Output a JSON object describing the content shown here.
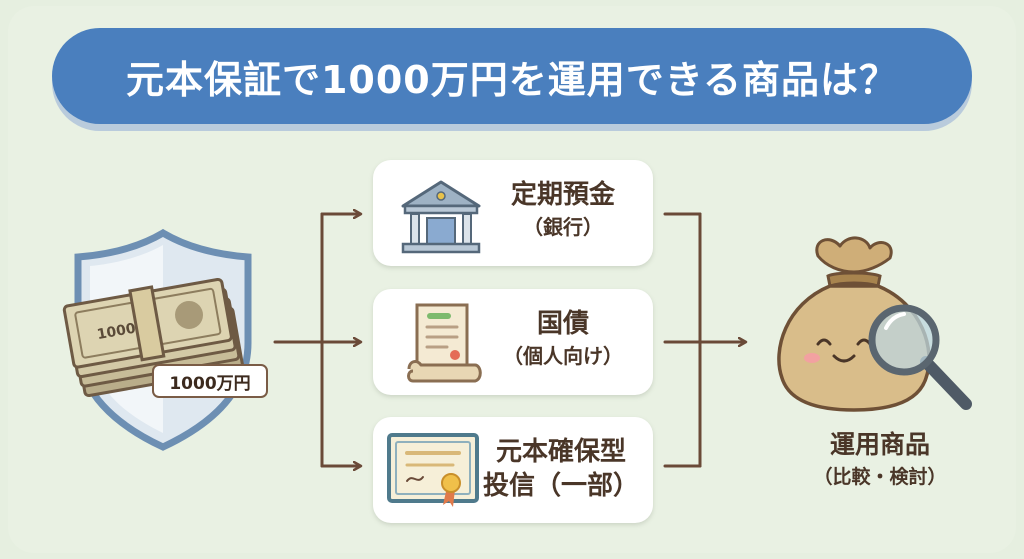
{
  "title": "元本保証で1000万円を運用できる商品は？",
  "source": {
    "amount_label": "1000万円",
    "bill_label": "1000"
  },
  "options": [
    {
      "name": "定期預金",
      "sub": "（銀行）",
      "icon": "bank-icon"
    },
    {
      "name": "国債",
      "sub": "（個人向け）",
      "icon": "scroll-icon"
    },
    {
      "name_line1": "元本確保型",
      "name_line2": "投信（一部）",
      "icon": "certificate-icon"
    }
  ],
  "result": {
    "name": "運用商品",
    "sub": "（比較・検討）",
    "icon": "money-bag-magnifier-icon"
  },
  "colors": {
    "background": "#e6efe0",
    "title_bar": "#4a7fbe",
    "arrow": "#6a4a38",
    "text": "#4a3628"
  }
}
